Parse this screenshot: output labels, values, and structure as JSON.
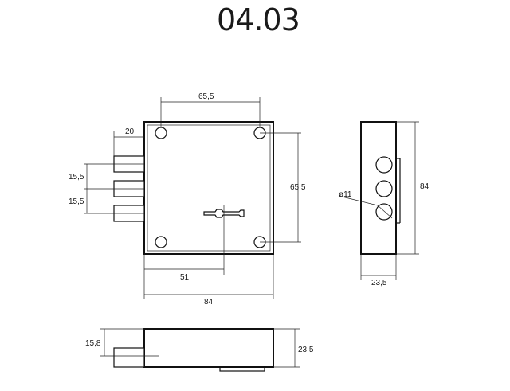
{
  "drawing": {
    "title": "04.03",
    "front_view": {
      "dim_top": "65,5",
      "dim_bolt_offset": "20",
      "dim_bolt_spacing_1": "15,5",
      "dim_bolt_spacing_2": "15,5",
      "dim_right": "65,5",
      "dim_key_offset": "51",
      "dim_width": "84"
    },
    "side_view": {
      "dim_diameter": "ø11",
      "dim_height": "84",
      "dim_depth": "23,5"
    },
    "bottom_view": {
      "dim_bolt_offset": "15,8",
      "dim_depth": "23,5"
    }
  }
}
